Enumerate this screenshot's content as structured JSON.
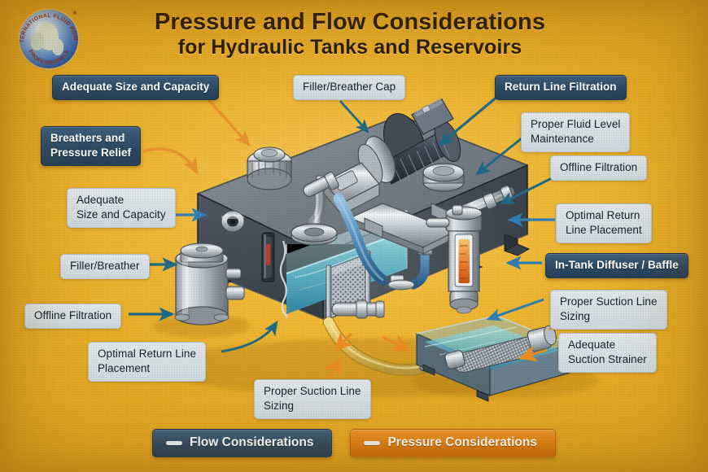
{
  "poster": {
    "title_line1": "Pressure and Flow Considerations",
    "title_line2": "for Hydraulic Tanks and Reservoirs",
    "background_color": "#e2a623",
    "dark_label_color": "#2d4a65",
    "light_label_color": "#cdd7dd",
    "flow_arrow_color": "#2f7fb5",
    "pressure_arrow_color": "#e8922e"
  },
  "logo": {
    "top_text": "INTERNATIONAL FLUID POWER",
    "bottom_text": "PROFESSIONALS",
    "trademark": "®"
  },
  "labels": [
    {
      "id": "adequate-size-capacity-top",
      "text": "Adequate Size and Capacity",
      "style": "dark"
    },
    {
      "id": "breathers-pressure-relief",
      "text": "Breathers and\nPressure Relief",
      "style": "dark"
    },
    {
      "id": "adequate-size-capacity-left",
      "text": "Adequate\nSize and Capacity",
      "style": "light"
    },
    {
      "id": "filler-breather",
      "text": "Filler/Breather",
      "style": "light"
    },
    {
      "id": "offline-filtration-left",
      "text": "Offline Filtration",
      "style": "light"
    },
    {
      "id": "optimal-return-line-left",
      "text": "Optimal Return Line\nPlacement",
      "style": "light"
    },
    {
      "id": "proper-suction-line-bottom",
      "text": "Proper Suction Line\nSizing",
      "style": "light"
    },
    {
      "id": "filler-breather-cap",
      "text": "Filler/Breather Cap",
      "style": "light"
    },
    {
      "id": "return-line-filtration",
      "text": "Return Line Filtration",
      "style": "dark"
    },
    {
      "id": "proper-fluid-level",
      "text": "Proper Fluid Level\nMaintenance",
      "style": "light"
    },
    {
      "id": "offline-filtration-right",
      "text": "Offline Filtration",
      "style": "light"
    },
    {
      "id": "optimal-return-line-right",
      "text": "Optimal Return\nLine Placement",
      "style": "light"
    },
    {
      "id": "in-tank-diffuser-baffle",
      "text": "In-Tank Diffuser / Baffle",
      "style": "dark"
    },
    {
      "id": "proper-suction-line-right",
      "text": "Proper Suction Line\nSizing",
      "style": "light"
    },
    {
      "id": "adequate-suction-strainer",
      "text": "Adequate\nSuction Strainer",
      "style": "light"
    }
  ],
  "legend": [
    {
      "id": "flow",
      "label": "Flow Considerations",
      "color": "#2d4a65"
    },
    {
      "id": "pressure",
      "label": "Pressure Considerations",
      "color": "#dd7d12"
    }
  ]
}
